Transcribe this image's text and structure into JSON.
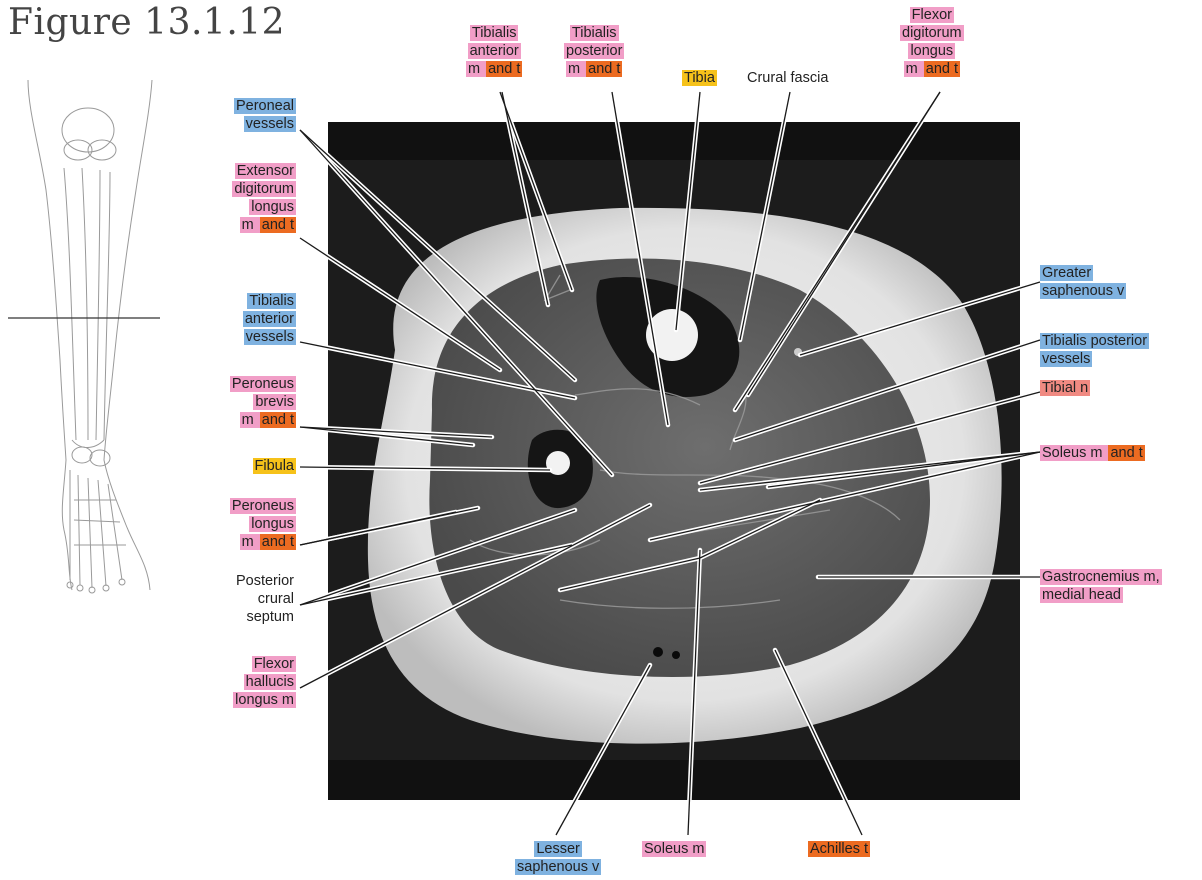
{
  "figure_title": "Figure 13.1.12",
  "colors": {
    "muscle": "#f19ec7",
    "vessel": "#7fb2e0",
    "tendon": "#ec6b21",
    "bone": "#f6c21a",
    "nerve": "#f08a82"
  },
  "labels": [
    {
      "id": "tib-ant-mt",
      "rows": [
        [
          [
            "Tibialis",
            "muscle"
          ]
        ],
        [
          [
            "anterior",
            "muscle"
          ]
        ],
        [
          [
            "m ",
            "muscle"
          ],
          [
            "and t",
            "tendon"
          ]
        ]
      ]
    },
    {
      "id": "tib-post-mt",
      "rows": [
        [
          [
            "Tibialis",
            "muscle"
          ]
        ],
        [
          [
            "posterior",
            "muscle"
          ]
        ],
        [
          [
            "m ",
            "muscle"
          ],
          [
            "and t",
            "tendon"
          ]
        ]
      ]
    },
    {
      "id": "tibia",
      "rows": [
        [
          [
            "Tibia",
            "bone"
          ]
        ]
      ]
    },
    {
      "id": "crural-fascia",
      "rows": [
        [
          [
            "Crural fascia",
            "plain"
          ]
        ]
      ]
    },
    {
      "id": "fdl",
      "rows": [
        [
          [
            "Flexor",
            "muscle"
          ]
        ],
        [
          [
            "digitorum",
            "muscle"
          ]
        ],
        [
          [
            "longus",
            "muscle"
          ]
        ],
        [
          [
            "m ",
            "muscle"
          ],
          [
            "and t",
            "tendon"
          ]
        ]
      ]
    },
    {
      "id": "peroneal-vessels",
      "rows": [
        [
          [
            "Peroneal",
            "vessel"
          ]
        ],
        [
          [
            "vessels",
            "vessel"
          ]
        ]
      ]
    },
    {
      "id": "edl",
      "rows": [
        [
          [
            "Extensor",
            "muscle"
          ]
        ],
        [
          [
            "digitorum",
            "muscle"
          ]
        ],
        [
          [
            "longus",
            "muscle"
          ]
        ],
        [
          [
            "m ",
            "muscle"
          ],
          [
            "and t",
            "tendon"
          ]
        ]
      ]
    },
    {
      "id": "tib-ant-vessels",
      "rows": [
        [
          [
            "Tibialis",
            "vessel"
          ]
        ],
        [
          [
            "anterior",
            "vessel"
          ]
        ],
        [
          [
            "vessels",
            "vessel"
          ]
        ]
      ]
    },
    {
      "id": "per-brevis",
      "rows": [
        [
          [
            "Peroneus",
            "muscle"
          ]
        ],
        [
          [
            "brevis",
            "muscle"
          ]
        ],
        [
          [
            "m ",
            "muscle"
          ],
          [
            "and t",
            "tendon"
          ]
        ]
      ]
    },
    {
      "id": "fibula",
      "rows": [
        [
          [
            "Fibula",
            "bone"
          ]
        ]
      ]
    },
    {
      "id": "per-longus",
      "rows": [
        [
          [
            "Peroneus",
            "muscle"
          ]
        ],
        [
          [
            "longus",
            "muscle"
          ]
        ],
        [
          [
            "m ",
            "muscle"
          ],
          [
            "and t",
            "tendon"
          ]
        ]
      ]
    },
    {
      "id": "post-crural-septum",
      "rows": [
        [
          [
            "Posterior",
            "plain"
          ]
        ],
        [
          [
            "crural",
            "plain"
          ]
        ],
        [
          [
            "septum",
            "plain"
          ]
        ]
      ]
    },
    {
      "id": "fhl",
      "rows": [
        [
          [
            "Flexor",
            "muscle"
          ]
        ],
        [
          [
            "hallucis",
            "muscle"
          ]
        ],
        [
          [
            "longus m",
            "muscle"
          ]
        ]
      ]
    },
    {
      "id": "greater-saph",
      "rows": [
        [
          [
            "Greater",
            "vessel"
          ]
        ],
        [
          [
            "saphenous v",
            "vessel"
          ]
        ]
      ]
    },
    {
      "id": "tib-post-vessels",
      "rows": [
        [
          [
            "Tibialis posterior",
            "vessel"
          ]
        ],
        [
          [
            "vessels",
            "vessel"
          ]
        ]
      ]
    },
    {
      "id": "tibial-n",
      "rows": [
        [
          [
            "Tibial n",
            "nerve"
          ]
        ]
      ]
    },
    {
      "id": "soleus-mt",
      "rows": [
        [
          [
            "Soleus m ",
            "muscle"
          ],
          [
            "and t",
            "tendon"
          ]
        ]
      ]
    },
    {
      "id": "gastroc",
      "rows": [
        [
          [
            "Gastrocnemius m,",
            "muscle"
          ]
        ],
        [
          [
            "medial head",
            "muscle"
          ]
        ]
      ]
    },
    {
      "id": "lesser-saph",
      "rows": [
        [
          [
            "Lesser",
            "vessel"
          ]
        ],
        [
          [
            "saphenous v",
            "vessel"
          ]
        ]
      ]
    },
    {
      "id": "soleus-m",
      "rows": [
        [
          [
            "Soleus m",
            "muscle"
          ]
        ]
      ]
    },
    {
      "id": "achilles",
      "rows": [
        [
          [
            "Achilles t",
            "tendon"
          ]
        ]
      ]
    }
  ]
}
